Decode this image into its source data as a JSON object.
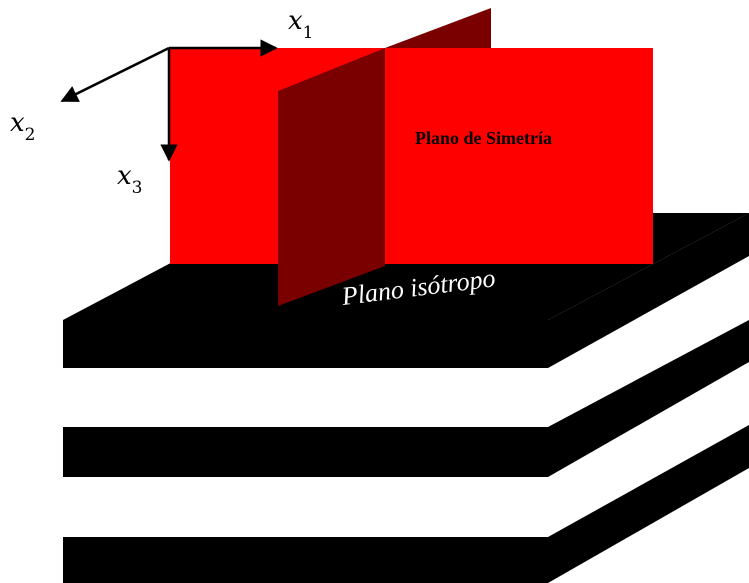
{
  "axes": [
    {
      "base": "x",
      "sub": "1"
    },
    {
      "base": "x",
      "sub": "2"
    },
    {
      "base": "x",
      "sub": "3"
    }
  ],
  "labels": {
    "symmetry_plane": "Plano de Simetría",
    "isotropic_plane": "Plano isótropo"
  },
  "colors": {
    "symmetry_plane": "#ff0000",
    "perpendicular_plane": "#7a0000",
    "layers": "#000000",
    "background": "#ffffff"
  }
}
